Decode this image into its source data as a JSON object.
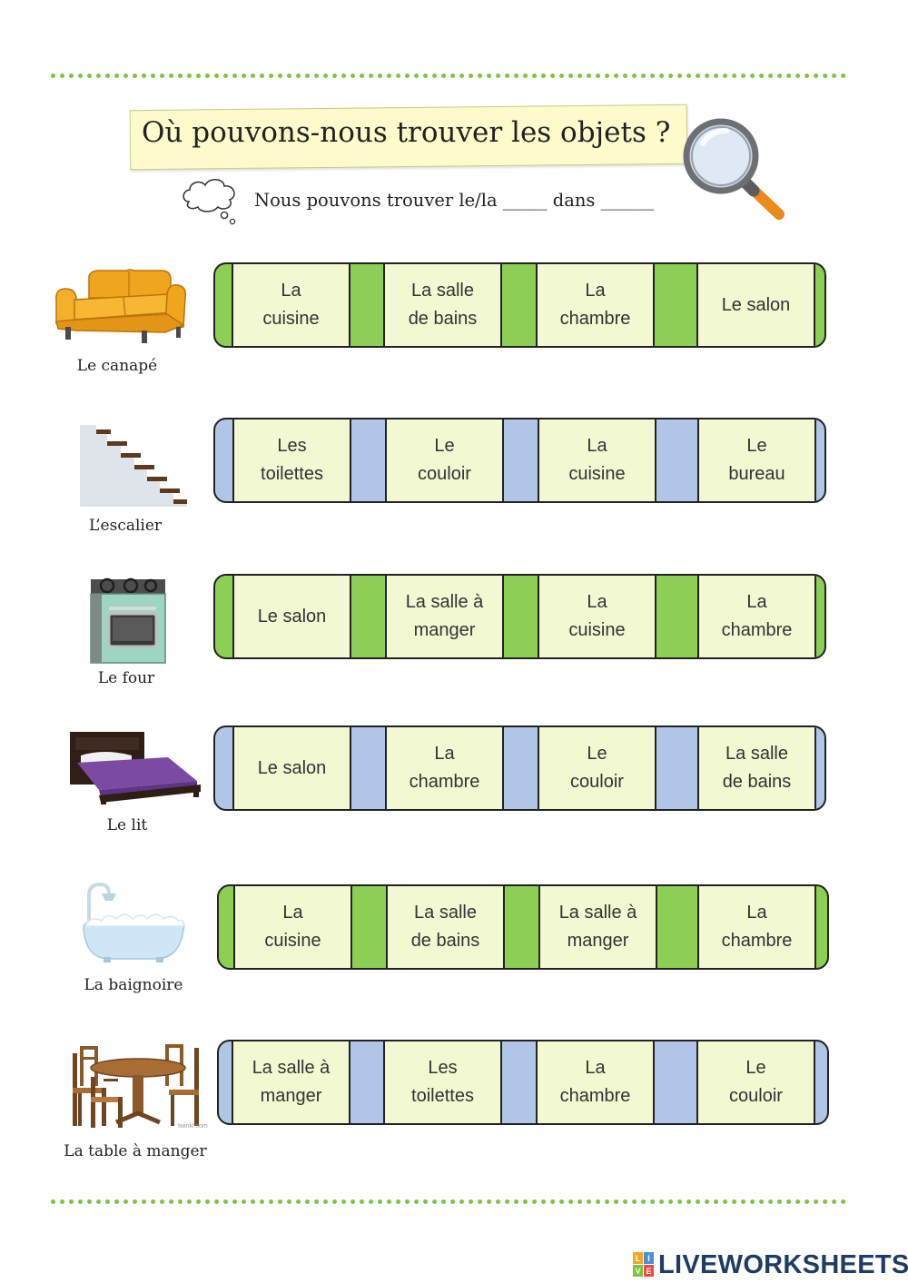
{
  "title": "Où pouvons-nous trouver les objets ?",
  "sentence": "Nous pouvons trouver le/la _____ dans ______",
  "rows": [
    {
      "object": "Le canapé",
      "theme": "green",
      "options": [
        "La\ncuisine",
        "La salle\nde bains",
        "La\nchambre",
        "Le salon"
      ]
    },
    {
      "object": "L’escalier",
      "theme": "blue",
      "options": [
        "Les\ntoilettes",
        "Le\ncouloir",
        "La\ncuisine",
        "Le\nbureau"
      ]
    },
    {
      "object": "Le four",
      "theme": "green",
      "options": [
        "Le salon",
        "La salle à\nmanger",
        "La\ncuisine",
        "La\nchambre"
      ]
    },
    {
      "object": "Le lit",
      "theme": "blue",
      "options": [
        "Le salon",
        "La\nchambre",
        "Le\ncouloir",
        "La salle\nde bains"
      ]
    },
    {
      "object": "La baignoire",
      "theme": "green",
      "options": [
        "La\ncuisine",
        "La salle\nde bains",
        "La salle à\nmanger",
        "La\nchambre"
      ]
    },
    {
      "object": "La table à manger",
      "theme": "blue",
      "options": [
        "La salle à\nmanger",
        "Les\ntoilettes",
        "La\nchambre",
        "Le\ncouloir"
      ]
    }
  ],
  "image_credit": "twinkl.com",
  "brand": {
    "logo_letters": "LIVE",
    "name": "LIVEWORKSHEETS"
  },
  "colors": {
    "green": "#8ccf54",
    "blue": "#b1c6e6",
    "cell": "#f2f9d2",
    "title_bg": "#fdfbcc",
    "dots": "#7cc443"
  }
}
